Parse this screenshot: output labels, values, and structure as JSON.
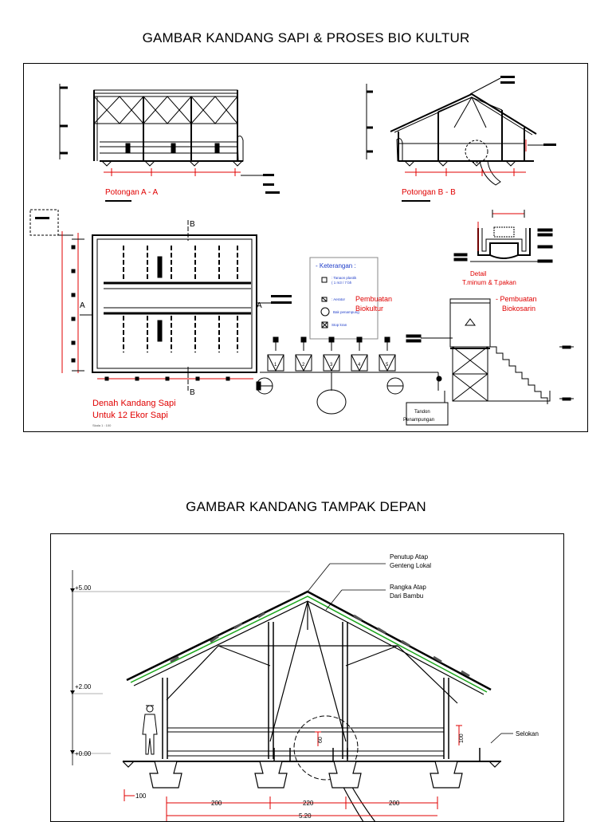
{
  "titles": {
    "top": "GAMBAR KANDANG SAPI & PROSES BIO KULTUR",
    "bottom": "GAMBAR KANDANG TAMPAK DEPAN"
  },
  "panel1": {
    "section_a_label": "Potongan  A  -  A",
    "section_b_label": "Potongan  B  -  B",
    "marker_a": "A",
    "marker_b": "B",
    "plan_label_line1": "Denah Kandang Sapi",
    "plan_label_line2": "Untuk  12  Ekor Sapi",
    "plan_scale": "Skala 1 : 100",
    "detail_label_line1": "Detail",
    "detail_label_line2": "T.minum & T.pakan",
    "legend": {
      "title": "- Keterangan :",
      "items": [
        {
          "symbol": "square",
          "text": ": Tanaon plastik\n( 1 m3 / 7 bh"
        },
        {
          "symbol": "aerator",
          "text": ": Aerator"
        },
        {
          "symbol": "circle",
          "text": "Bak penampung"
        },
        {
          "symbol": "valve",
          "text": "Stop kran"
        }
      ]
    },
    "biokultur_label_line1": "Pembuatan",
    "biokultur_label_line2": "Biokultur",
    "biokosarin_label_line1": "- Pembuatan",
    "biokosarin_label_line2": "Biokosarin",
    "tank_label_line1": "Tandon",
    "tank_label_line2": "Penampungan",
    "tank_numbers": [
      "1",
      "2",
      "3",
      "4",
      "5"
    ]
  },
  "panel2": {
    "roof_cover_line1": "Penutup Atap",
    "roof_cover_line2": "Genteng Lokal",
    "roof_frame_line1": "Rangka Atap",
    "roof_frame_line2": "Dari Bambu",
    "gutter_label": "Selokan",
    "level_top": "+5.00",
    "level_mid": "+2.00",
    "level_zero": "+0.00",
    "dim_100": "100",
    "dim_200_left": "200",
    "dim_220": "220",
    "dim_200_right": "200",
    "dim_total": "5.20",
    "dim_feed": "60",
    "dim_wall": "100"
  },
  "colors": {
    "drawing_line": "#000000",
    "dimension_red": "#e00000",
    "roof_green": "#1aa51a",
    "legend_blue": "#1e3cc8"
  }
}
